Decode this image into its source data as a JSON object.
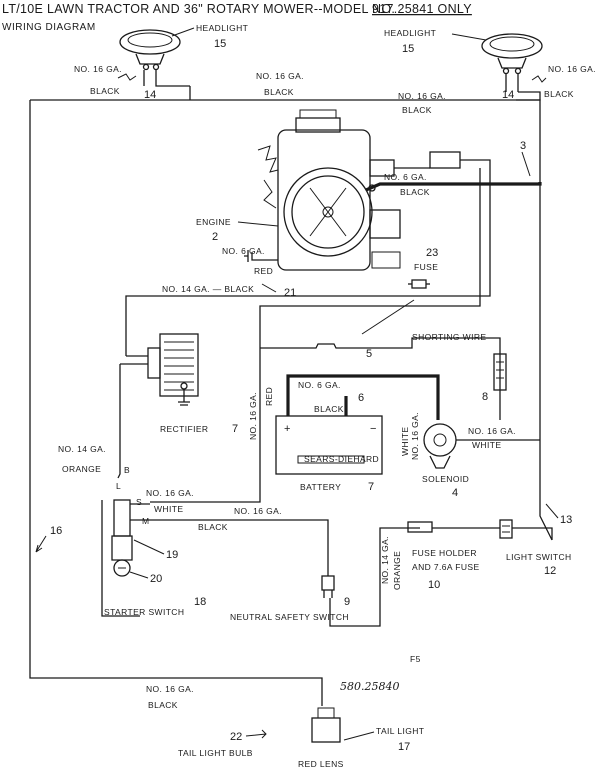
{
  "title": "LT/10E LAWN TRACTOR AND 36\" ROTARY MOWER--MODEL NO.",
  "model_no": "917.25841 ONLY",
  "subtitle": "WIRING DIAGRAM",
  "components": {
    "headlight_left": {
      "label": "HEADLIGHT",
      "num": "15"
    },
    "headlight_right": {
      "label": "HEADLIGHT",
      "num": "15"
    },
    "engine": {
      "label": "ENGINE",
      "num": "2"
    },
    "fuse": {
      "label": "FUSE",
      "num": "23"
    },
    "shorting_wire": {
      "label": "SHORTING WIRE",
      "num": "8"
    },
    "rectifier": {
      "label": "RECTIFIER",
      "num": "7"
    },
    "battery": {
      "label": "BATTERY",
      "num": "7",
      "brand": "SEARS-DIEHARD"
    },
    "solenoid": {
      "label": "SOLENOID",
      "num": "4"
    },
    "fuse_holder": {
      "label_line1": "FUSE HOLDER",
      "label_line2": "AND 7.6A FUSE",
      "num": "10"
    },
    "light_switch": {
      "label": "LIGHT SWITCH",
      "num": "12"
    },
    "starter_switch": {
      "label": "STARTER SWITCH",
      "num": "18"
    },
    "neutral_safety_switch": {
      "label": "NEUTRAL SAFETY SWITCH",
      "num": "9"
    },
    "tail_light_bulb": {
      "label": "TAIL LIGHT BULB",
      "num": "22"
    },
    "tail_light": {
      "label": "TAIL LIGHT",
      "num": "17"
    },
    "red_lens": {
      "label": "RED LENS"
    }
  },
  "wire_labels": {
    "no16": "NO. 16 GA.",
    "no14": "NO. 14 GA.",
    "no14_black": "NO. 14 GA. — BLACK",
    "no6": "NO. 6 GA.",
    "black": "BLACK",
    "red": "RED",
    "white": "WHITE",
    "orange": "ORANGE"
  },
  "terminals": {
    "b": "B",
    "l": "L",
    "s": "S",
    "m": "M"
  },
  "numbers": {
    "n14a": "14",
    "n14b": "14",
    "n3": "3",
    "n5": "5",
    "n6": "6",
    "n13": "13",
    "n16": "16",
    "n19": "19",
    "n20": "20",
    "n21": "21"
  },
  "footer": {
    "code": "F5",
    "handwritten": "580.25840"
  }
}
